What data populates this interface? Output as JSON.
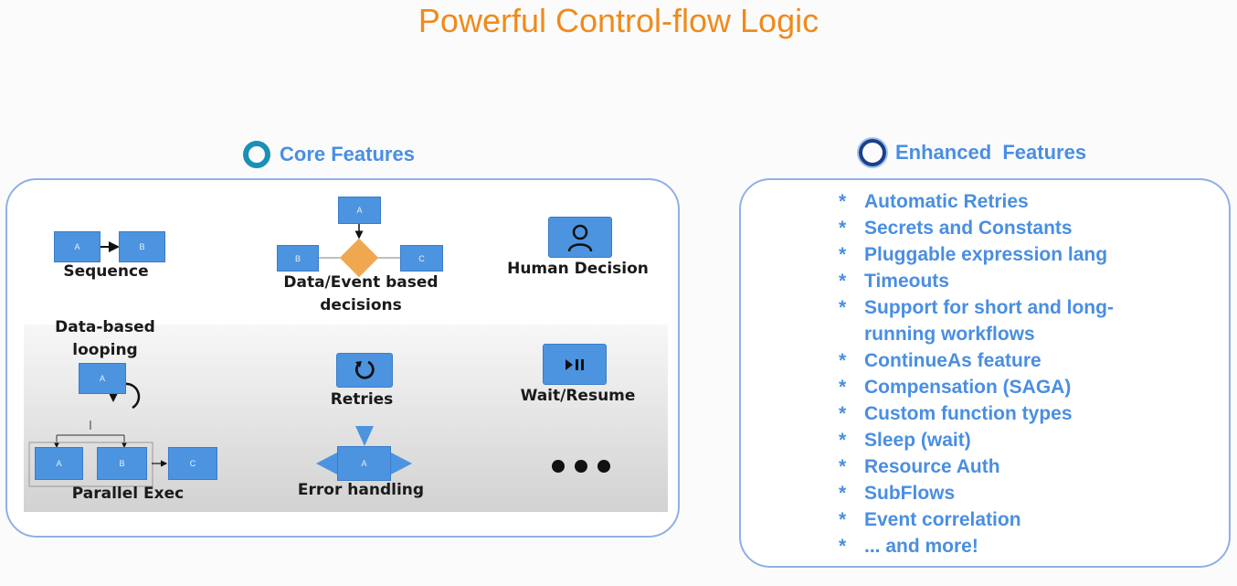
{
  "title": "Powerful Control-flow Logic",
  "core": {
    "heading": "Core Features",
    "sequence": {
      "label": "Sequence",
      "box_a": "A",
      "box_b": "B"
    },
    "decisions": {
      "label_line1": "Data/Event based",
      "label_line2": "decisions",
      "box_a": "A",
      "box_b": "B",
      "box_c": "C"
    },
    "human": {
      "label": "Human Decision",
      "icon": "person-icon"
    },
    "looping": {
      "label_line1": "Data-based",
      "label_line2": "looping",
      "box_a": "A"
    },
    "retries": {
      "label": "Retries",
      "icon": "retry-icon"
    },
    "wait": {
      "label": "Wait/Resume",
      "icon": "play-pause-icon"
    },
    "parallel": {
      "label": "Parallel Exec",
      "box_a": "A",
      "box_b": "B",
      "box_c": "C"
    },
    "error": {
      "label": "Error handling",
      "box_a": "A"
    },
    "more_icon": "ellipsis-icon"
  },
  "enhanced": {
    "heading": "Enhanced  Features",
    "bullet": "*",
    "items": [
      "Automatic Retries",
      "Secrets and Constants",
      "Pluggable expression lang",
      "Timeouts",
      "Support for short and long-",
      "running workflows",
      "ContinueAs feature",
      "Compensation (SAGA)",
      "Custom function types",
      "Sleep (wait)",
      "Resource Auth",
      "SubFlows",
      "Event correlation",
      "... and more!"
    ]
  },
  "colors": {
    "title": "#f08a1c",
    "accent": "#4a8ee2",
    "box": "#4c94e0",
    "diamond": "#f0a850"
  }
}
